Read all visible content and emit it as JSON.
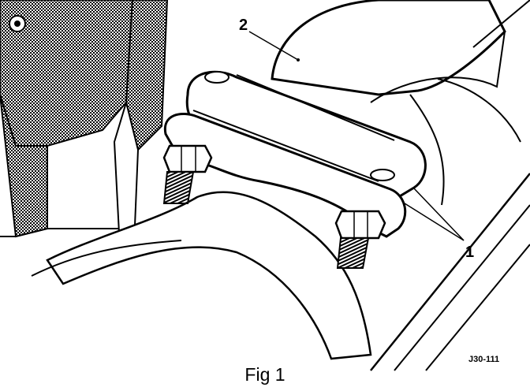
{
  "figure": {
    "caption": "Fig 1",
    "code": "J30-111",
    "callouts": [
      {
        "label": "1"
      },
      {
        "label": "2"
      }
    ]
  }
}
